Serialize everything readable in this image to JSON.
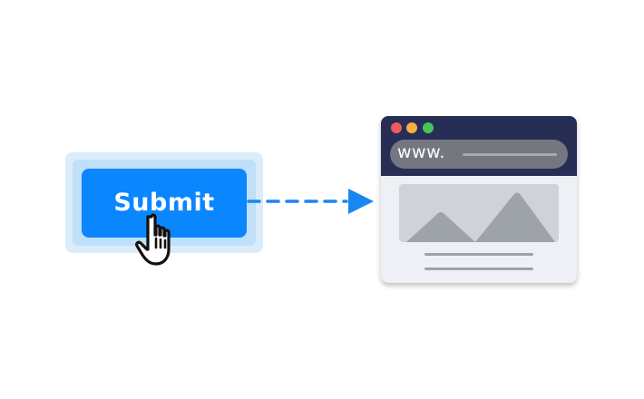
{
  "submit_button": {
    "label": "Submit",
    "color": "#0a86ff",
    "glow_colors": [
      "#dbedfb",
      "#bfe0f8"
    ]
  },
  "cursor": {
    "icon": "hand-pointer-icon"
  },
  "connector": {
    "style": "dashed",
    "color": "#1a86f0",
    "icon": "arrow-right-icon"
  },
  "browser": {
    "header_color": "#262e56",
    "traffic_lights": [
      "#f05a5a",
      "#f5b23f",
      "#46c45b"
    ],
    "address_text": "www.",
    "content_icon": "mountain-image-icon"
  }
}
